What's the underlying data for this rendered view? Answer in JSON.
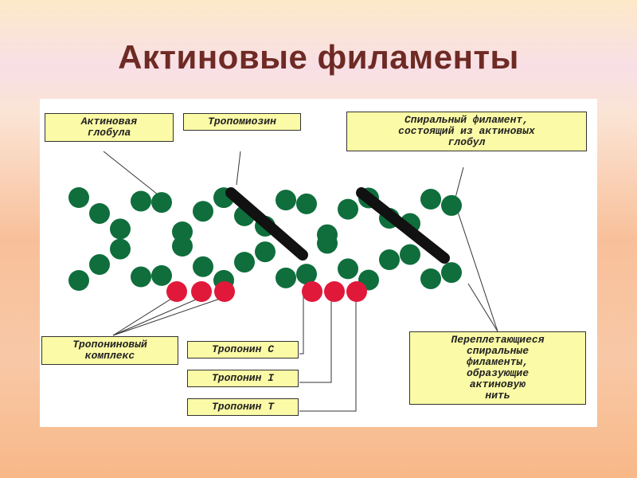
{
  "title": "Актиновые филаменты",
  "labels": {
    "actin_globule": "Актиновая\nглобула",
    "tropomyosin": "Тропомиозин",
    "spiral_filament": "Спиральный филамент,\nсостоящий из актиновых\nглобул",
    "troponin_complex": "Тропониновый\nкомплекс",
    "troponin_c": "Тропонин C",
    "troponin_i": "Тропонин I",
    "troponin_t": "Тропонин T",
    "intertwining": "Переплетающиеся\nспиральные\nфиламенты,\nобразующие\nактиновую\nнить"
  },
  "colors": {
    "actin": "#0f6e3c",
    "troponin": "#e0193b",
    "tropomyosin": "#111111",
    "label_bg": "#fbfaa6",
    "title": "#6e2a24"
  }
}
